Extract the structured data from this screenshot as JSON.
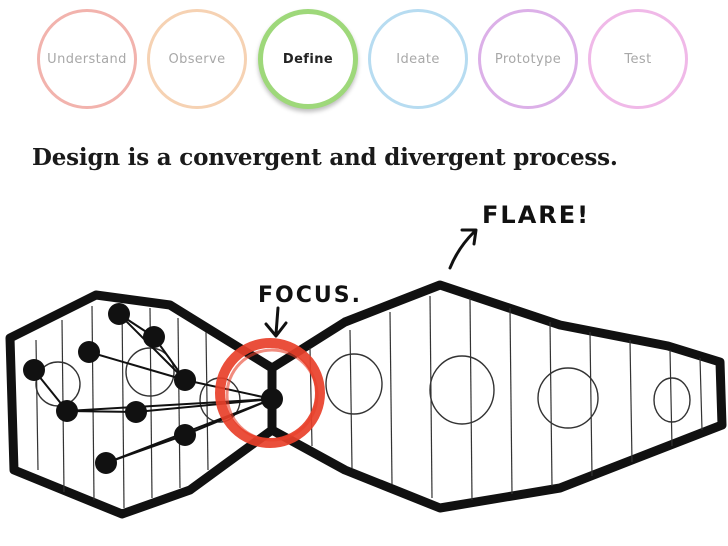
{
  "process_steps": [
    {
      "label": "Understand",
      "color": "#f2b3ad",
      "active": false
    },
    {
      "label": "Observe",
      "color": "#f6d2b3",
      "active": false
    },
    {
      "label": "Define",
      "color": "#9ed87a",
      "active": true
    },
    {
      "label": "Ideate",
      "color": "#b7dcf1",
      "active": false
    },
    {
      "label": "Prototype",
      "color": "#dcb0e8",
      "active": false
    },
    {
      "label": "Test",
      "color": "#f0b9e8",
      "active": false
    }
  ],
  "headline": "Design is a convergent and divergent process.",
  "sketch": {
    "focus_label": "FOCUS.",
    "flare_label": "FLARE!",
    "ink_color": "#111111",
    "focus_circle_color": "#e8402a"
  }
}
